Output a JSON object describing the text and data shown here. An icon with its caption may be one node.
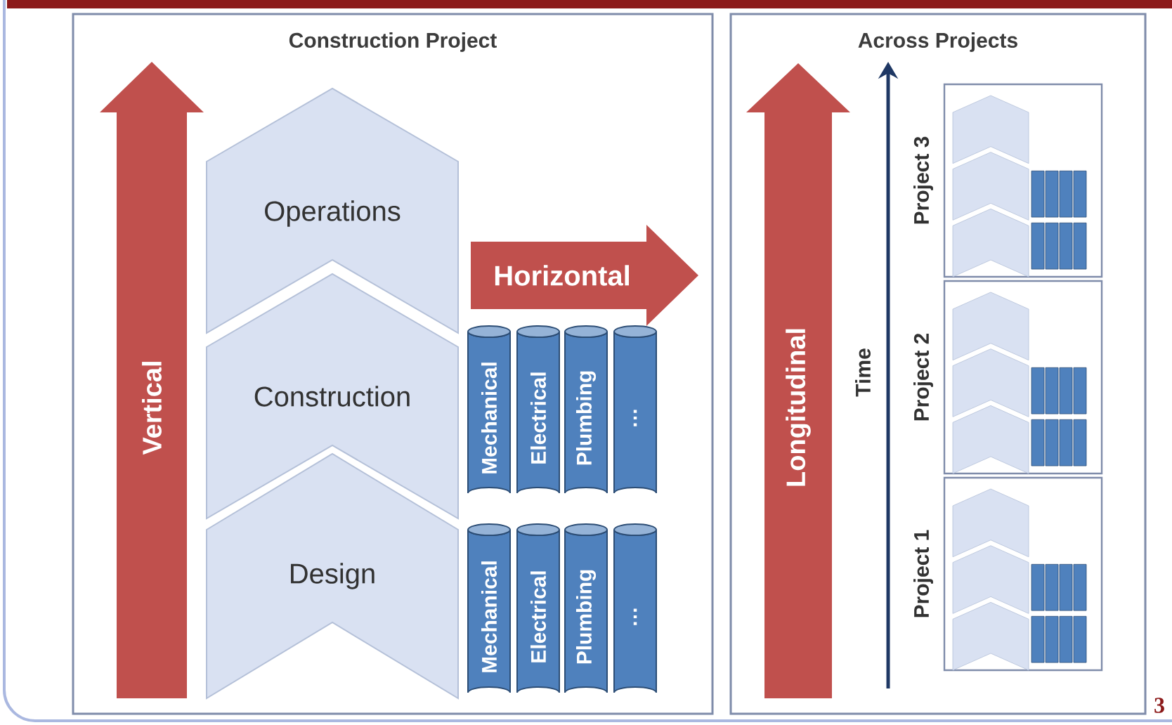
{
  "diagram": {
    "nodes": [
      {
        "text": [
          "Construction Project"
        ]
      },
      {
        "text": [
          "Operations"
        ],
        "in": 0
      },
      {
        "text": [
          "Construction"
        ],
        "in": 0
      },
      {
        "text": [
          "Design"
        ],
        "in": 0
      },
      {
        "text": [
          "Mechanical"
        ],
        "in": 0
      },
      {
        "text": [
          "Electrical"
        ],
        "in": 0
      },
      {
        "text": [
          "Plumbing"
        ],
        "in": 0
      },
      {
        "text": [
          "…"
        ],
        "in": 0
      },
      {
        "text": [
          "Mechanical"
        ],
        "in": 0
      },
      {
        "text": [
          "Electrical"
        ],
        "in": 0
      },
      {
        "text": [
          "Plumbing"
        ],
        "in": 0
      },
      {
        "text": [
          "…"
        ],
        "in": 0
      },
      {
        "text": [
          "Vertical"
        ],
        "in": 0
      },
      {
        "text": [
          "Horizontal"
        ],
        "in": 0
      },
      {
        "text": [
          "Across Projects"
        ]
      },
      {
        "text": [
          "Longitudinal"
        ],
        "in": 14
      },
      {
        "text": [
          "Project 3"
        ],
        "in": 14
      },
      {
        "text": [
          "Project 2"
        ],
        "in": 14
      },
      {
        "text": [
          "Project 1"
        ],
        "in": 14
      }
    ],
    "labels": [
      "Time",
      "3"
    ]
  }
}
